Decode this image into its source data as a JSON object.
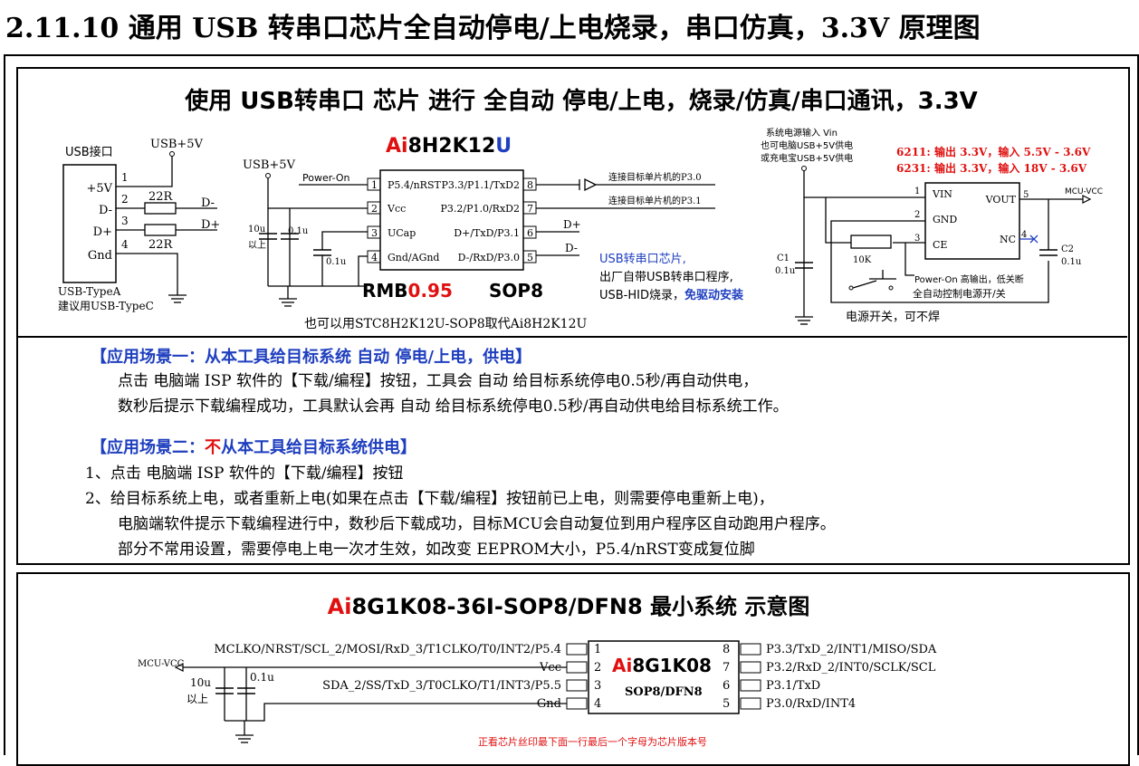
{
  "page_heading": "2.11.10 通用 USB 转串口芯片全自动停电/上电烧录，串口仿真，3.3V 原理图",
  "top_panel": {
    "title": "使用 USB转串口 芯片 进行 全自动 停电/上电，烧录/仿真/串口通讯，3.3V",
    "usb": {
      "label": "USB接口",
      "pins": [
        "+5V",
        "D-",
        "D+",
        "Gnd"
      ],
      "pin_numbers": [
        "1",
        "2",
        "3",
        "4"
      ],
      "vcc_label": "USB+5V",
      "resistor1": "22R",
      "resistor2": "22R",
      "dminus": "D-",
      "dplus": "D+",
      "type_note1": "USB-TypeA",
      "type_note2": "建议用USB-TypeC"
    },
    "chip": {
      "name_prefix": "Ai",
      "name_mid": "8H2K12",
      "name_suffix": "U",
      "vcc_label": "USB+5V",
      "power_on": "Power-On",
      "cap1": "10u",
      "cap1_note": "以上",
      "cap2": "0.1u",
      "cap3": "0.1u",
      "left_pins": [
        "P5.4/nRST",
        "Vcc",
        "UCap",
        "Gnd/AGnd"
      ],
      "left_nums": [
        "1",
        "2",
        "3",
        "4"
      ],
      "right_pins": [
        "P3.3/P1.1/TxD2",
        "P3.2/P1.0/RxD2",
        "D+/TxD/P3.1",
        "D-/RxD/P3.0"
      ],
      "right_nums": [
        "8",
        "7",
        "6",
        "5"
      ],
      "dplus": "D+",
      "dminus": "D-",
      "target_p30": "连接目标单片机的P3.0",
      "target_p31": "连接目标单片机的P3.1",
      "price_prefix": "RMB",
      "price_value": "0.95",
      "package": "SOP8",
      "alt_note": "也可以用STC8H2K12U-SOP8取代Ai8H2K12U",
      "feat1": "USB转串口芯片,",
      "feat2": "出厂自带USB转串口程序,",
      "feat3_a": "USB-HID烧录，",
      "feat3_b": "免驱动安装"
    },
    "power": {
      "vin_note1": "系统电源输入 Vin",
      "vin_note2": "也可电脑USB+5V供电",
      "vin_note3": "或充电宝USB+5V供电",
      "spec1": "6211:  输出 3.3V，输入 5.5V - 3.6V",
      "spec2": "6231:  输出 3.3V，输入  18V - 3.6V",
      "pins": [
        "VIN",
        "GND",
        "CE"
      ],
      "pin_nums": [
        "1",
        "2",
        "3"
      ],
      "vout": "VOUT",
      "vout_num": "5",
      "nc": "NC",
      "nc_num": "4",
      "mcu_vcc": "MCU-VCC",
      "c1": "C1",
      "c1_val": "0.1u",
      "c2": "C2",
      "c2_val": "0.1u",
      "r": "10K",
      "power_on": "Power-On",
      "power_on_note": "高输出，低关断",
      "auto_note": "全自动控制电源开/关",
      "switch_note": "电源开关，可不焊"
    }
  },
  "scenario1": {
    "title": "【应用场景一：从本工具给目标系统 自动 停电/上电，供电】",
    "line1": "点击 电脑端 ISP 软件的【下载/编程】按钮，工具会 自动 给目标系统停电0.5秒/再自动供电，",
    "line2": "数秒后提示下载编程成功，工具默认会再 自动 给目标系统停电0.5秒/再自动供电给目标系统工作。"
  },
  "scenario2": {
    "title_a": "【应用场景二：",
    "title_b": "不",
    "title_c": "从本工具给目标系统供电】",
    "line1": "1、点击 电脑端 ISP 软件的【下载/编程】按钮",
    "line2": "2、给目标系统上电，或者重新上电(如果在点击【下载/编程】按钮前已上电，则需要停电重新上电)，",
    "line3": "电脑端软件提示下载编程进行中，数秒后下载成功，目标MCU会自动复位到用户程序区自动跑用户程序。",
    "line4": "部分不常用设置，需要停电上电一次才生效，如改变 EEPROM大小，P5.4/nRST变成复位脚"
  },
  "bottom_panel": {
    "title_prefix": "Ai",
    "title_rest": "8G1K08-36I-SOP8/DFN8 最小系统 示意图",
    "chip_prefix": "Ai",
    "chip_rest": "8G1K08",
    "package": "SOP8/DFN8",
    "left_pins": [
      "MCLKO/NRST/SCL_2/MOSI/RxD_3/T1CLKO/T0/INT2/P5.4",
      "Vcc",
      "SDA_2/SS/TxD_3/T0CLKO/T1/INT3/P5.5",
      "Gnd"
    ],
    "left_nums": [
      "1",
      "2",
      "3",
      "4"
    ],
    "right_pins": [
      "P3.3/TxD_2/INT1/MISO/SDA",
      "P3.2/RxD_2/INT0/SCLK/SCL",
      "P3.1/TxD",
      "P3.0/RxD/INT4"
    ],
    "right_nums": [
      "8",
      "7",
      "6",
      "5"
    ],
    "mcu_vcc": "MCU-VCC",
    "cap1": "10u",
    "cap1_note": "以上",
    "cap2": "0.1u",
    "footnote": "正看芯片丝印最下面一行最后一个字母为芯片版本号"
  }
}
